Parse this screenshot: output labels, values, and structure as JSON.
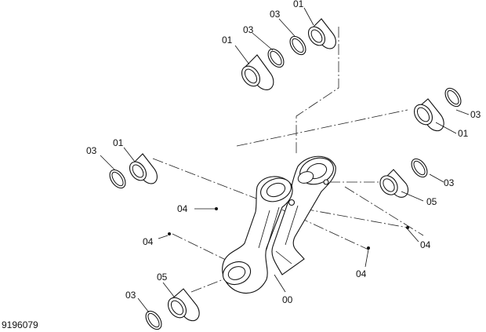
{
  "drawing_number": "9196079",
  "labels": {
    "ref_01": "01",
    "ref_03": "03",
    "ref_04": "04",
    "ref_05": "05",
    "ref_00": "00"
  }
}
